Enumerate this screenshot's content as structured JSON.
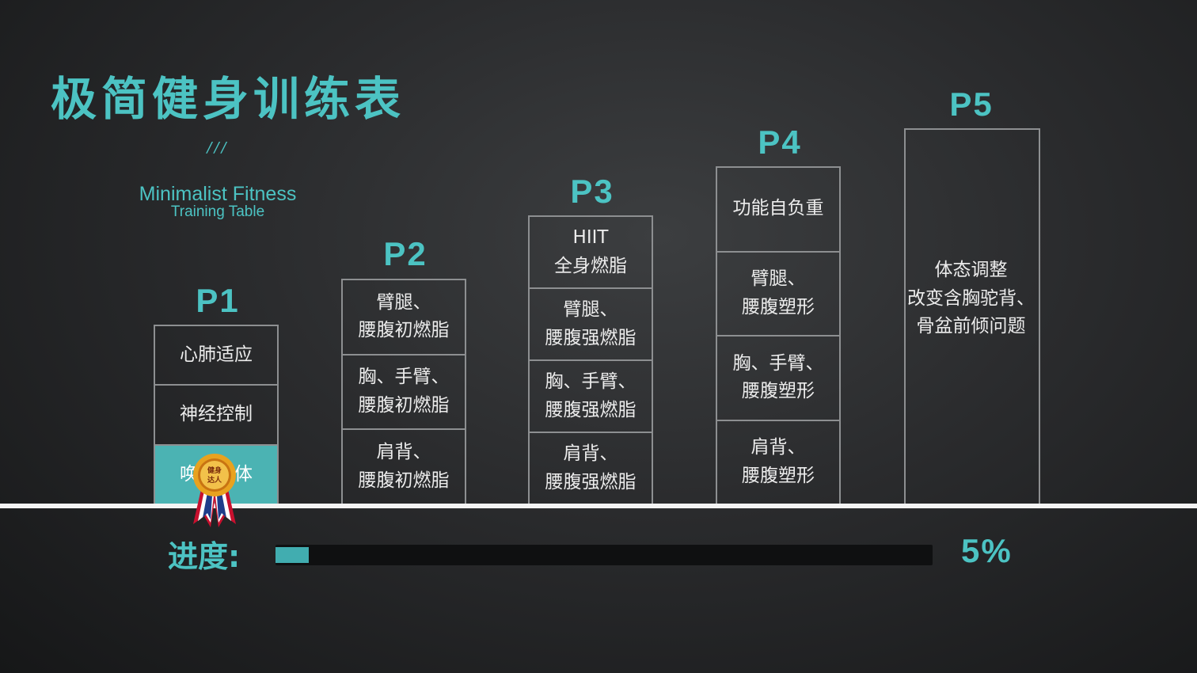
{
  "header": {
    "title": "极简健身训练表",
    "decoration": "///",
    "subtitle_line1": "Minimalist Fitness",
    "subtitle_line2": "Training Table"
  },
  "stages": [
    {
      "label": "P1",
      "cells": [
        "心肺适应",
        "神经控制",
        "唤醒身体"
      ],
      "active_cell": 2
    },
    {
      "label": "P2",
      "cells": [
        "臂腿、\n腰腹初燃脂",
        "胸、手臂、\n腰腹初燃脂",
        "肩背、\n腰腹初燃脂"
      ]
    },
    {
      "label": "P3",
      "cells": [
        "HIIT\n全身燃脂",
        "臂腿、\n腰腹强燃脂",
        "胸、手臂、\n腰腹强燃脂",
        "肩背、\n腰腹强燃脂"
      ]
    },
    {
      "label": "P4",
      "cells": [
        "功能自负重",
        "臂腿、\n腰腹塑形",
        "胸、手臂、\n腰腹塑形",
        "肩背、\n腰腹塑形"
      ]
    },
    {
      "label": "P5",
      "cells": [
        "体态调整\n改变含胸驼背、\n骨盆前倾问题"
      ]
    }
  ],
  "badge": {
    "icon": "award-ribbon-icon",
    "text": "健身达人"
  },
  "progress": {
    "label": "进度:",
    "value_text": "5%",
    "fraction": 0.05
  },
  "colors": {
    "accent": "#4cc3c3",
    "active_cell": "#4bb3b3",
    "background": "#2a2b2d"
  }
}
